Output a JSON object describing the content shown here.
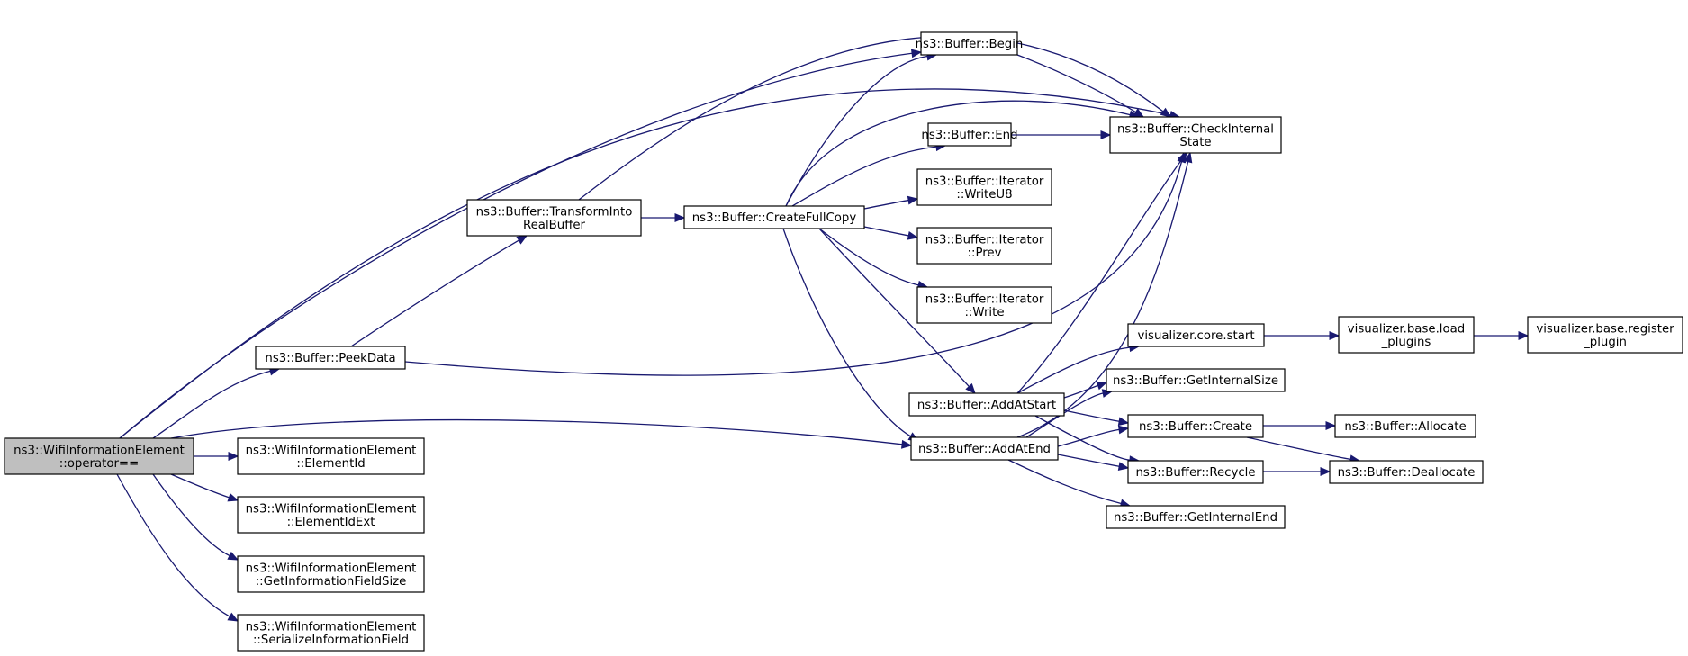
{
  "graph": {
    "colors": {
      "edge": "#191970",
      "node_border": "#000000",
      "root_fill": "#bfbfbf",
      "node_fill": "#ffffff"
    },
    "nodes": {
      "op_eq": [
        "ns3::WifiInformationElement",
        "::operator=="
      ],
      "elementid": [
        "ns3::WifiInformationElement",
        "::ElementId"
      ],
      "elementidext": [
        "ns3::WifiInformationElement",
        "::ElementIdExt"
      ],
      "getinfofieldsize": [
        "ns3::WifiInformationElement",
        "::GetInformationFieldSize"
      ],
      "serializeinfofield": [
        "ns3::WifiInformationElement",
        "::SerializeInformationField"
      ],
      "peekdata": [
        "ns3::Buffer::PeekData"
      ],
      "transform": [
        "ns3::Buffer::TransformInto",
        "RealBuffer"
      ],
      "createfullcopy": [
        "ns3::Buffer::CreateFullCopy"
      ],
      "begin": [
        "ns3::Buffer::Begin"
      ],
      "end": [
        "ns3::Buffer::End"
      ],
      "writeu8": [
        "ns3::Buffer::Iterator",
        "::WriteU8"
      ],
      "prev": [
        "ns3::Buffer::Iterator",
        "::Prev"
      ],
      "write": [
        "ns3::Buffer::Iterator",
        "::Write"
      ],
      "checkinternal": [
        "ns3::Buffer::CheckInternal",
        "State"
      ],
      "addatstart": [
        "ns3::Buffer::AddAtStart"
      ],
      "addatend": [
        "ns3::Buffer::AddAtEnd"
      ],
      "vis_core_start": [
        "visualizer.core.start"
      ],
      "vis_base_load": [
        "visualizer.base.load",
        "_plugins"
      ],
      "vis_base_register": [
        "visualizer.base.register",
        "_plugin"
      ],
      "getinternalsize": [
        "ns3::Buffer::GetInternalSize"
      ],
      "create": [
        "ns3::Buffer::Create"
      ],
      "recycle": [
        "ns3::Buffer::Recycle"
      ],
      "getinternalend": [
        "ns3::Buffer::GetInternalEnd"
      ],
      "allocate": [
        "ns3::Buffer::Allocate"
      ],
      "deallocate": [
        "ns3::Buffer::Deallocate"
      ]
    },
    "edges": [
      [
        "op_eq",
        "begin"
      ],
      [
        "op_eq",
        "checkinternal"
      ],
      [
        "op_eq",
        "peekdata"
      ],
      [
        "op_eq",
        "addatend"
      ],
      [
        "op_eq",
        "elementid"
      ],
      [
        "op_eq",
        "elementidext"
      ],
      [
        "op_eq",
        "getinfofieldsize"
      ],
      [
        "op_eq",
        "serializeinfofield"
      ],
      [
        "peekdata",
        "transform"
      ],
      [
        "peekdata",
        "checkinternal"
      ],
      [
        "transform",
        "createfullcopy"
      ],
      [
        "transform",
        "checkinternal"
      ],
      [
        "createfullcopy",
        "begin"
      ],
      [
        "createfullcopy",
        "checkinternal"
      ],
      [
        "createfullcopy",
        "end"
      ],
      [
        "createfullcopy",
        "writeu8"
      ],
      [
        "createfullcopy",
        "prev"
      ],
      [
        "createfullcopy",
        "write"
      ],
      [
        "createfullcopy",
        "addatstart"
      ],
      [
        "createfullcopy",
        "addatend"
      ],
      [
        "begin",
        "checkinternal"
      ],
      [
        "end",
        "checkinternal"
      ],
      [
        "addatstart",
        "checkinternal"
      ],
      [
        "addatstart",
        "vis_core_start"
      ],
      [
        "addatstart",
        "getinternalsize"
      ],
      [
        "addatstart",
        "create"
      ],
      [
        "addatstart",
        "recycle"
      ],
      [
        "addatend",
        "checkinternal"
      ],
      [
        "addatend",
        "getinternalsize"
      ],
      [
        "addatend",
        "create"
      ],
      [
        "addatend",
        "recycle"
      ],
      [
        "addatend",
        "getinternalend"
      ],
      [
        "vis_core_start",
        "vis_base_load"
      ],
      [
        "vis_base_load",
        "vis_base_register"
      ],
      [
        "create",
        "allocate"
      ],
      [
        "create",
        "deallocate"
      ],
      [
        "recycle",
        "deallocate"
      ]
    ]
  }
}
